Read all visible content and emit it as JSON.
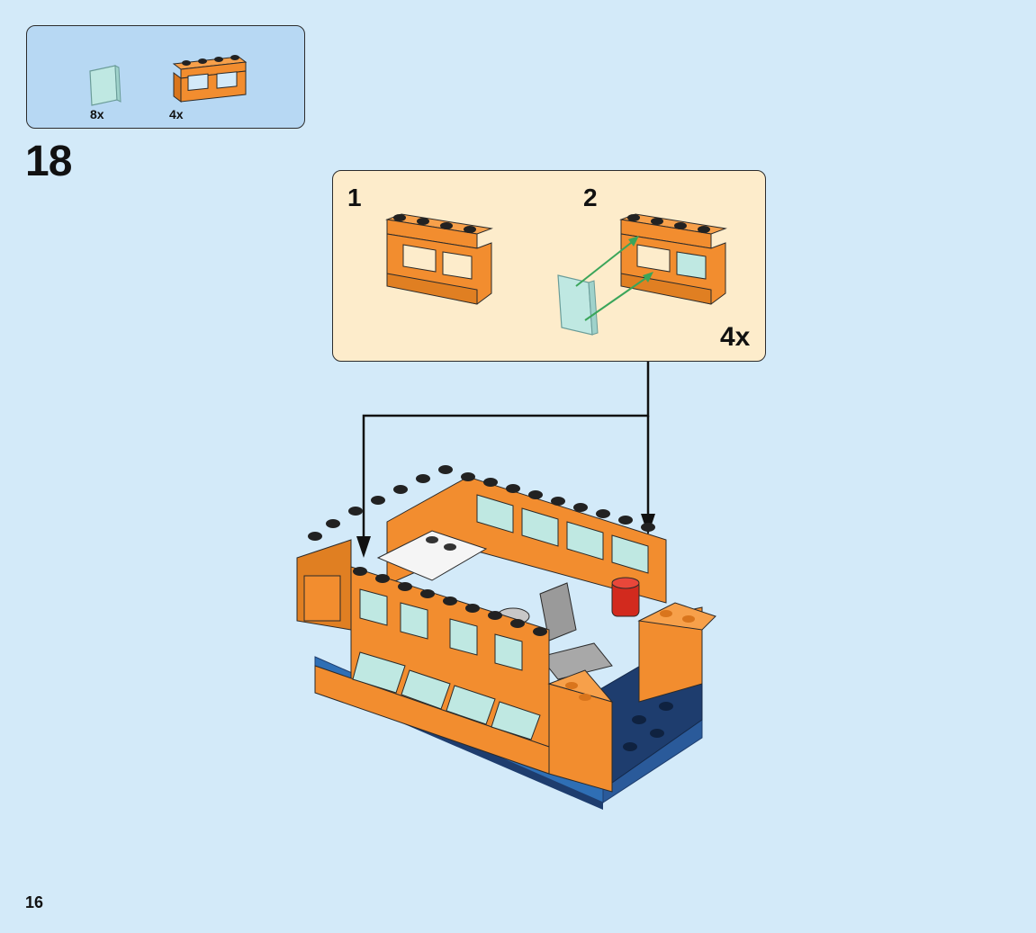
{
  "parts_list": {
    "items": [
      {
        "part": "transparent-glass-pane",
        "quantity": "8x"
      },
      {
        "part": "orange-window-frame-brick",
        "quantity": "4x"
      }
    ]
  },
  "step": {
    "number": "18"
  },
  "substep_box": {
    "substeps": [
      "1",
      "2"
    ],
    "multiplier": "4x"
  },
  "page": {
    "number": "16"
  },
  "colors": {
    "background": "#d3eaf9",
    "parts_box": "#b7d8f3",
    "substep_box": "#fdeccb",
    "brick_orange": "#f28d2f",
    "glass": "#bfe8e2",
    "dark_blue": "#1e3d6e",
    "medium_blue": "#2f6fb5",
    "arrow_green": "#3aa55a"
  }
}
